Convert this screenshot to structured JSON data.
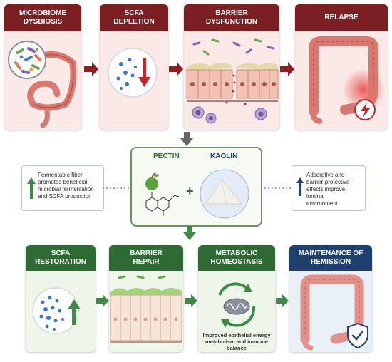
{
  "top_row": [
    {
      "title_line1": "MICROBIOME",
      "title_line2": "DYSBIOSIS"
    },
    {
      "title_line1": "SCFA",
      "title_line2": "DEPLETION"
    },
    {
      "title_line1": "BARRIER",
      "title_line2": "DYSFUNCTION"
    },
    {
      "title_line1": "RELAPSE",
      "title_line2": ""
    }
  ],
  "center": {
    "pectin_label": "PECTIN",
    "kaolin_label": "KAOLIN",
    "plus": "+"
  },
  "left_note": {
    "line1": "Fermentable fiber",
    "line2": "promotes beneficial",
    "line3": "microbial fermentation",
    "line4": "and SCFA production"
  },
  "right_note": {
    "line1": "Adsorptive and",
    "line2": "barrier-protective",
    "line3": "effects improve luminal",
    "line4": "environment"
  },
  "bottom_row": [
    {
      "title_line1": "SCFA",
      "title_line2": "RESTORATION"
    },
    {
      "title_line1": "BARRIER",
      "title_line2": "REPAIR"
    },
    {
      "title_line1": "METABOLIC",
      "title_line2": "HOMEOSTASIS",
      "caption_line1": "Improved epithelial energy",
      "caption_line2": "metabolism and immune balance"
    },
    {
      "title_line1": "MAINTENANCE OF",
      "title_line2": "REMISSION"
    }
  ],
  "colors": {
    "top_header": "#7c1f22",
    "top_body": "#fbe9e8",
    "bottom_header": "#2f6a35",
    "bottom_body": "#eef6ea",
    "remission_header": "#1f3f6e",
    "remission_body": "#eaf0f8",
    "arrow_red": "#8e1e22",
    "arrow_green": "#3f8a46",
    "arrow_gray": "#666666"
  },
  "icons": {
    "down_arrow_scfa": "red-down-arrow-icon",
    "up_arrow_scfa": "green-up-arrow-icon",
    "lightning": "lightning-bolt-icon",
    "shield": "shield-check-icon",
    "apple": "green-apple-icon",
    "powder": "kaolin-powder-icon",
    "mitochondrion": "mitochondrion-icon",
    "recycle": "cycle-arrows-icon"
  }
}
